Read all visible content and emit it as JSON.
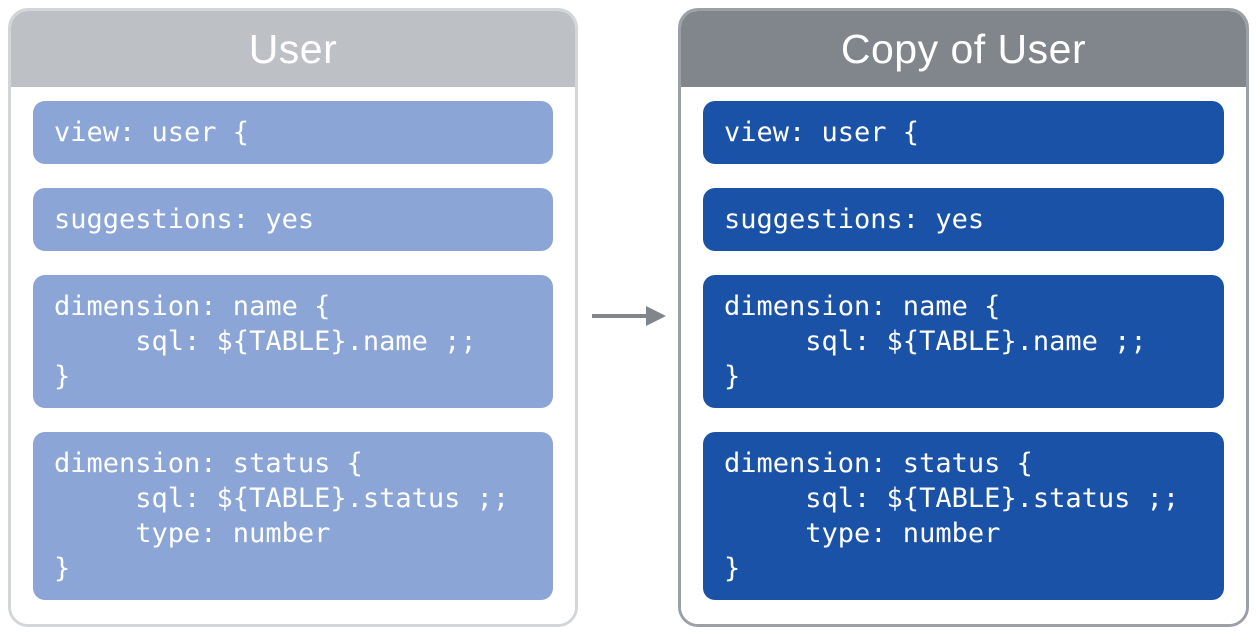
{
  "colors": {
    "canvas_bg": "#FFFFFF",
    "source_header_bg": "#BDC1C6",
    "source_panel_border": "#D3D6D9",
    "source_block_bg": "#8BA5D6",
    "copy_header_bg": "#80868B",
    "copy_panel_border": "#9AA0A6",
    "copy_block_bg": "#1A52A8",
    "arrow": "#80868B",
    "header_text": "#FFFFFF",
    "code_text": "#FFFFFF"
  },
  "source_panel": {
    "title": "User",
    "code_blocks": [
      "view: user {",
      "suggestions: yes",
      "dimension: name {\n     sql: ${TABLE}.name ;;\n}",
      "dimension: status {\n     sql: ${TABLE}.status ;;\n     type: number\n}"
    ]
  },
  "copy_panel": {
    "title": "Copy of User",
    "code_blocks": [
      "view: user {",
      "suggestions: yes",
      "dimension: name {\n     sql: ${TABLE}.name ;;\n}",
      "dimension: status {\n     sql: ${TABLE}.status ;;\n     type: number\n}"
    ]
  },
  "arrow_icon": "arrow-right"
}
